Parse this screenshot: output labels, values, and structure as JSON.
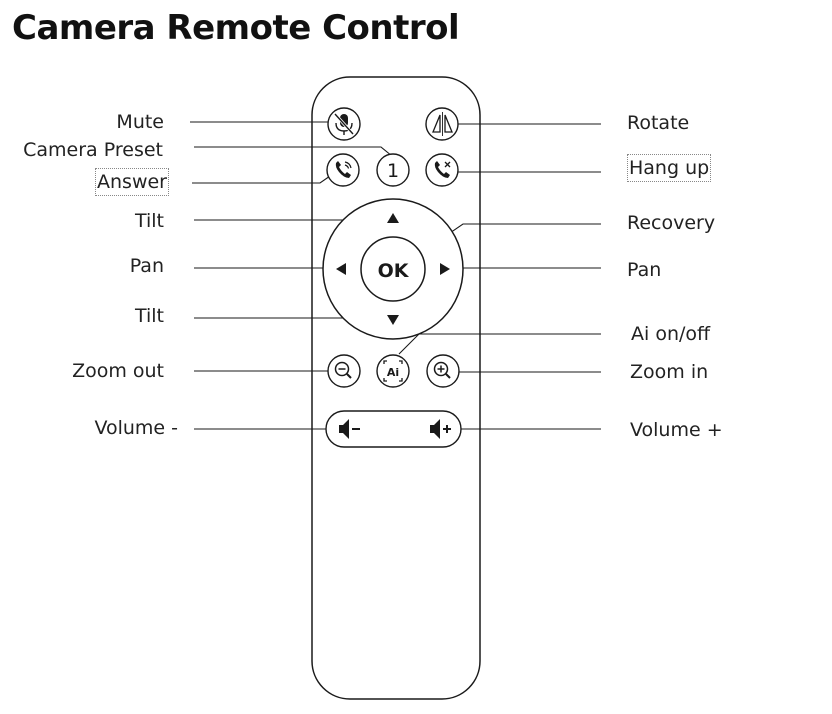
{
  "title": "Camera Remote Control",
  "center_label": "OK",
  "preset_number": "1",
  "ai_label": "Ai",
  "labels": {
    "mute": "Mute",
    "camera_preset": "Camera Preset",
    "answer": "Answer",
    "tilt_up": "Tilt",
    "pan_left": "Pan",
    "tilt_down": "Tilt",
    "zoom_out": "Zoom  out",
    "volume_minus": "Volume -",
    "rotate": "Rotate",
    "hang_up": "Hang up",
    "recovery": "Recovery",
    "pan_right": "Pan",
    "ai_onoff": "Ai on/off",
    "zoom_in": "Zoom in",
    "volume_plus": "Volume +"
  },
  "icons": {
    "mute": "microphone-muted-icon",
    "rotate": "flip-rotate-icon",
    "answer": "phone-answer-icon",
    "hang_up": "phone-hangup-icon",
    "up": "arrow-up-icon",
    "down": "arrow-down-icon",
    "left": "arrow-left-icon",
    "right": "arrow-right-icon",
    "zoom_out": "magnifier-minus-icon",
    "zoom_in": "magnifier-plus-icon",
    "ai": "ai-frame-icon",
    "volume_down": "speaker-minus-icon",
    "volume_up": "speaker-plus-icon"
  },
  "colors": {
    "stroke": "#1a1a1a",
    "text": "#222222"
  }
}
